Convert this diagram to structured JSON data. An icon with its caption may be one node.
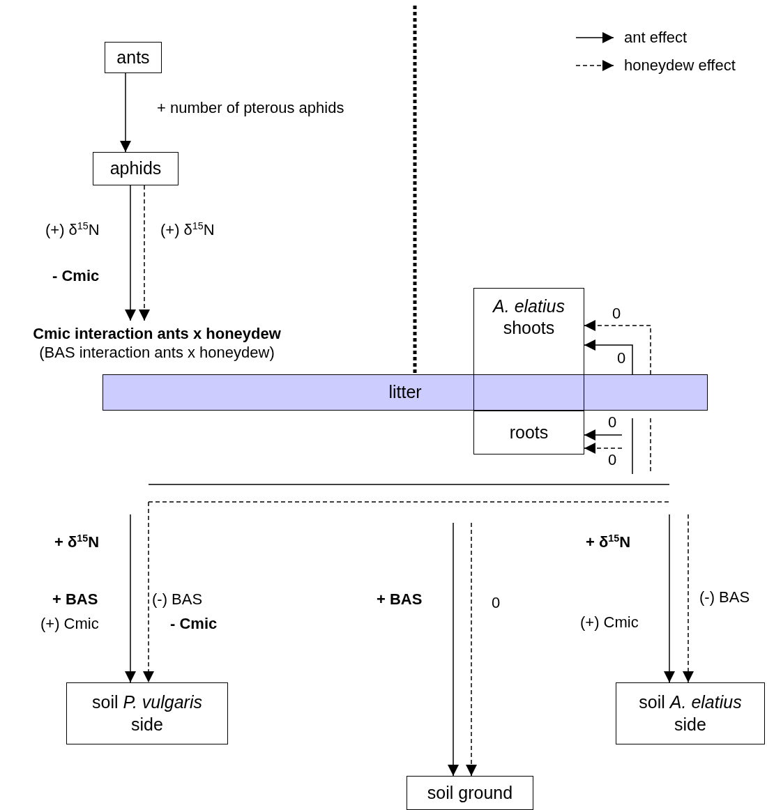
{
  "diagram": {
    "nodes": [
      {
        "text": [
          "ants"
        ]
      },
      {
        "text": [
          "aphids"
        ]
      },
      {
        "text": [
          "Cmic interaction ants x honeydew",
          "(BAS interaction ants x honeydew)"
        ]
      },
      {
        "text": [
          "litter"
        ]
      },
      {
        "text": [
          "*A. elatius* shoots"
        ]
      },
      {
        "text": [
          "roots"
        ]
      },
      {
        "text": [
          "soil *P. vulgaris* side"
        ]
      },
      {
        "text": [
          "soil ground"
        ]
      },
      {
        "text": [
          "soil *A. elatius* side"
        ]
      }
    ],
    "edges": [
      {
        "from": 0,
        "to": 1,
        "arrow": "to",
        "label": "+ number of pterous aphids"
      },
      {
        "from": 1,
        "to": 2,
        "arrow": "to"
      },
      {
        "from": 1,
        "to": 2,
        "arrow": "to",
        "style": "dashed",
        "label": "(+) δ$^{15}$N"
      },
      {
        "from": 3,
        "to": 4,
        "arrow": "to",
        "label": "0"
      },
      {
        "from": 3,
        "to": 4,
        "arrow": "to",
        "style": "dashed",
        "label": "0"
      },
      {
        "from": null,
        "to": 5,
        "arrow": "to",
        "label": "0"
      },
      {
        "from": null,
        "to": 5,
        "arrow": "to",
        "style": "dashed",
        "label": "0"
      },
      {
        "from": null,
        "to": 6,
        "arrow": "to"
      },
      {
        "from": null,
        "to": 6,
        "arrow": "to",
        "style": "dashed"
      },
      {
        "from": null,
        "to": 7,
        "arrow": "to",
        "label": "+ BAS"
      },
      {
        "from": null,
        "to": 7,
        "arrow": "to",
        "style": "dashed",
        "label": "0"
      },
      {
        "from": null,
        "to": 8,
        "arrow": "to"
      },
      {
        "from": null,
        "to": 8,
        "arrow": "to",
        "style": "dashed",
        "label": "(-) BAS"
      }
    ],
    "labels": [
      "(+) δ$^{15}$N",
      "- Cmic",
      "+ δ$^{15}$N",
      "+ δ$^{15}$N",
      "+ BAS",
      "(-) BAS",
      "(+) Cmic",
      "- Cmic",
      "(+) Cmic"
    ],
    "legend": [
      {
        "text": "ant effect"
      },
      {
        "text": "honeydew effect"
      }
    ]
  }
}
